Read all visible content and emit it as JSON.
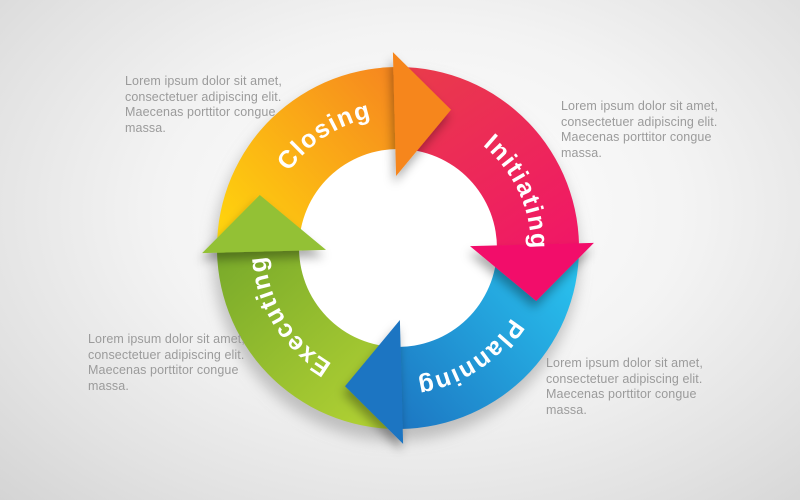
{
  "background": {
    "center_color": "#ffffff",
    "edge_color": "#d0d0d0"
  },
  "diagram": {
    "type": "cycle-arrows",
    "direction": "clockwise",
    "label_color": "#ffffff",
    "segments": [
      {
        "label": "Closing",
        "position": "top",
        "tail_color": "#ffd80c",
        "head_color": "#f6861f",
        "arrow_color": "#f6861f"
      },
      {
        "label": "Initiating",
        "position": "right",
        "tail_color": "#e93a4c",
        "head_color": "#f2106b",
        "arrow_color": "#f2116b"
      },
      {
        "label": "Planning",
        "position": "bottom",
        "tail_color": "#29c3ef",
        "head_color": "#1b6fbe",
        "arrow_color": "#1e74c2"
      },
      {
        "label": "Executing",
        "position": "left",
        "tail_color": "#b5d434",
        "head_color": "#76a82a",
        "arrow_color": "#93c136"
      }
    ]
  },
  "notes": {
    "text_color": "#9b9b9b",
    "blocks": [
      {
        "position": "top-left",
        "lines": [
          "Lorem ipsum dolor sit amet,",
          "consectetuer adipiscing elit.",
          "Maecenas porttitor congue",
          "massa."
        ]
      },
      {
        "position": "top-right",
        "lines": [
          "Lorem ipsum dolor sit amet,",
          "consectetuer adipiscing elit.",
          "Maecenas porttitor congue",
          "massa."
        ]
      },
      {
        "position": "bottom-left",
        "lines": [
          "Lorem ipsum dolor sit amet,",
          "consectetuer adipiscing elit.",
          "Maecenas porttitor congue",
          "massa."
        ]
      },
      {
        "position": "bottom-right",
        "lines": [
          "Lorem ipsum dolor sit amet,",
          "consectetuer adipiscing elit.",
          "Maecenas porttitor congue",
          "massa."
        ]
      }
    ]
  }
}
